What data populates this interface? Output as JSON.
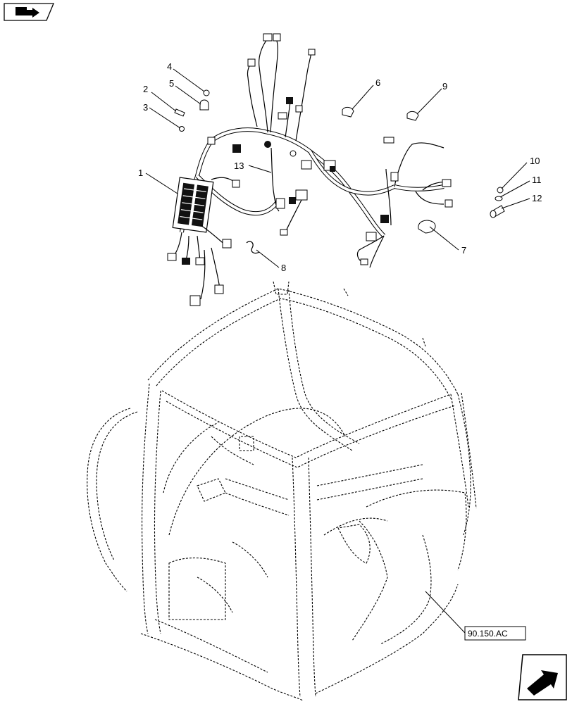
{
  "nav": {
    "top_icon": "book-arrow-icon",
    "bottom_icon": "next-page-arrow-icon"
  },
  "callouts": {
    "c1": "1",
    "c2": "2",
    "c3": "3",
    "c4": "4",
    "c5": "5",
    "c6": "6",
    "c7": "7",
    "c8": "8",
    "c9": "9",
    "c10": "10",
    "c11": "11",
    "c12": "12",
    "c13": "13"
  },
  "reference_box": {
    "label": "90.150.AC"
  }
}
